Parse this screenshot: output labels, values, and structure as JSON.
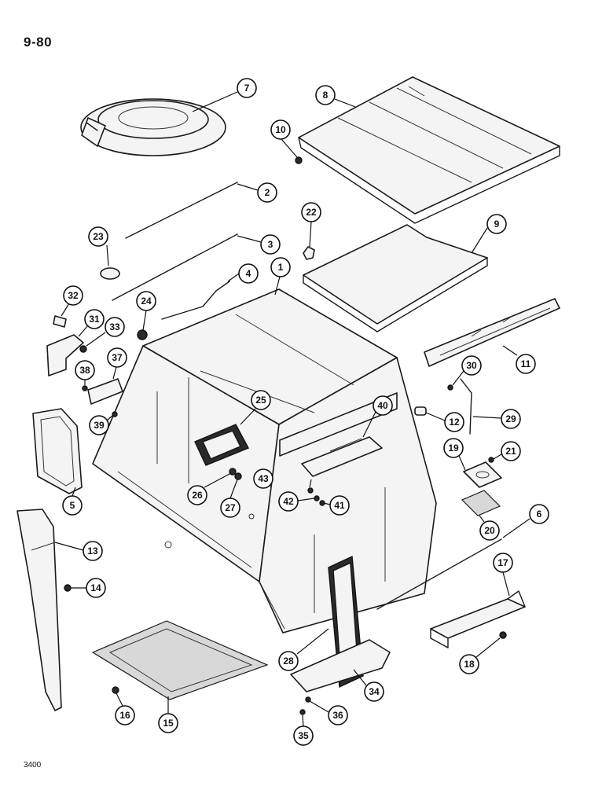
{
  "page": {
    "label": "9-80",
    "reference": "3400"
  },
  "callouts": [
    "1",
    "2",
    "3",
    "4",
    "5",
    "6",
    "7",
    "8",
    "9",
    "10",
    "11",
    "12",
    "13",
    "14",
    "15",
    "16",
    "17",
    "18",
    "19",
    "20",
    "21",
    "22",
    "23",
    "24",
    "25",
    "26",
    "27",
    "28",
    "29",
    "30",
    "31",
    "32",
    "33",
    "34",
    "35",
    "36",
    "37",
    "38",
    "39",
    "40",
    "41",
    "42",
    "43"
  ]
}
